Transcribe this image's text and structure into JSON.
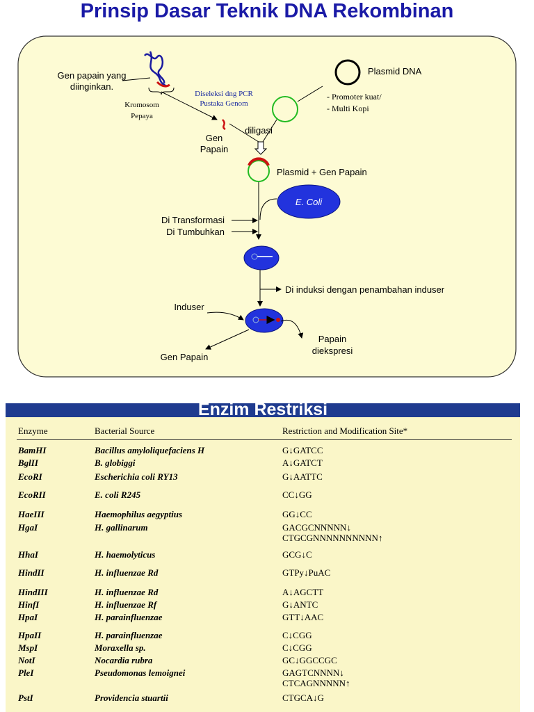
{
  "title": "Prinsip Dasar Teknik DNA Rekombinan",
  "diagram": {
    "gen_papain_wanted": [
      "Gen papain yang",
      "diinginkan."
    ],
    "kromosom": [
      "Kromosom",
      "Pepaya"
    ],
    "selection": [
      "Diseleksi dng PCR",
      "Pustaka Genom"
    ],
    "gen_papain": [
      "Gen",
      "Papain"
    ],
    "plasmid_dna": "Plasmid DNA",
    "plasmid_notes": [
      "- Promoter  kuat/",
      "- Multi Kopi"
    ],
    "ligated": "diligasi",
    "plasmid_gene": "Plasmid + Gen Papain",
    "ecoli": "E. Coli",
    "transformation": [
      "Di Transformasi",
      "Di Tumbuhkan"
    ],
    "induced": "Di induksi dengan penambahan induser",
    "inducer": "Induser",
    "papain_expressed": [
      "Papain",
      "diekspresi"
    ],
    "gen_papain_bottom": "Gen Papain",
    "colors": {
      "panel": "#fdfbd4",
      "plasmid": "#22bb22",
      "cell": "#2233dd",
      "insert": "#cc1111"
    }
  },
  "enzyme_section": {
    "title": "Enzim Restriksi",
    "headers": [
      "Enzyme",
      "Bacterial Source",
      "Restriction and Modification Site*"
    ],
    "rows": [
      {
        "enzyme": "BamHI",
        "source": "Bacillus amyloliquefaciens H",
        "site": "G↓GATCC"
      },
      {
        "enzyme": "BglII",
        "source": "B. globiggi",
        "site": "A↓GATCT"
      },
      {
        "enzyme": "EcoRI",
        "source": "Escherichia coli RY13",
        "site": "G↓AATTC"
      },
      {
        "enzyme": "EcoRII",
        "source": "E. coli R245",
        "site": "CC↓GG"
      },
      {
        "enzyme": "HaeIII",
        "source": "Haemophilus aegyptius",
        "site": "GG↓CC"
      },
      {
        "enzyme": "HgaI",
        "source": "H. gallinarum",
        "site": "GACGCNNNNN↓",
        "site2": "CTGCGNNNNNNNNNN↑"
      },
      {
        "enzyme": "HhaI",
        "source": "H. haemolyticus",
        "site": "GCG↓C"
      },
      {
        "enzyme": "HindII",
        "source": "H. influenzae Rd",
        "site": "GTPy↓PuAC"
      },
      {
        "enzyme": "HindIII",
        "source": "H. influenzae Rd",
        "site": "A↓AGCTT"
      },
      {
        "enzyme": "HinfI",
        "source": "H. influenzae Rf",
        "site": "G↓ANTC"
      },
      {
        "enzyme": "HpaI",
        "source": "H. parainfluenzae",
        "site": "GTT↓AAC"
      },
      {
        "enzyme": "HpaII",
        "source": "H. parainfluenzae",
        "site": "C↓CGG"
      },
      {
        "enzyme": "MspI",
        "source": "Moraxella sp.",
        "site": "C↓CGG"
      },
      {
        "enzyme": "NotI",
        "source": "Nocardia rubra",
        "site": "GC↓GGCCGC"
      },
      {
        "enzyme": "PleI",
        "source": "Pseudomonas lemoignei",
        "site": "GAGTCNNNN↓",
        "site2": "CTCAGNNNNN↑"
      },
      {
        "enzyme": "PstI",
        "source": "Providencia stuartii",
        "site": "CTGCA↓G"
      }
    ]
  }
}
